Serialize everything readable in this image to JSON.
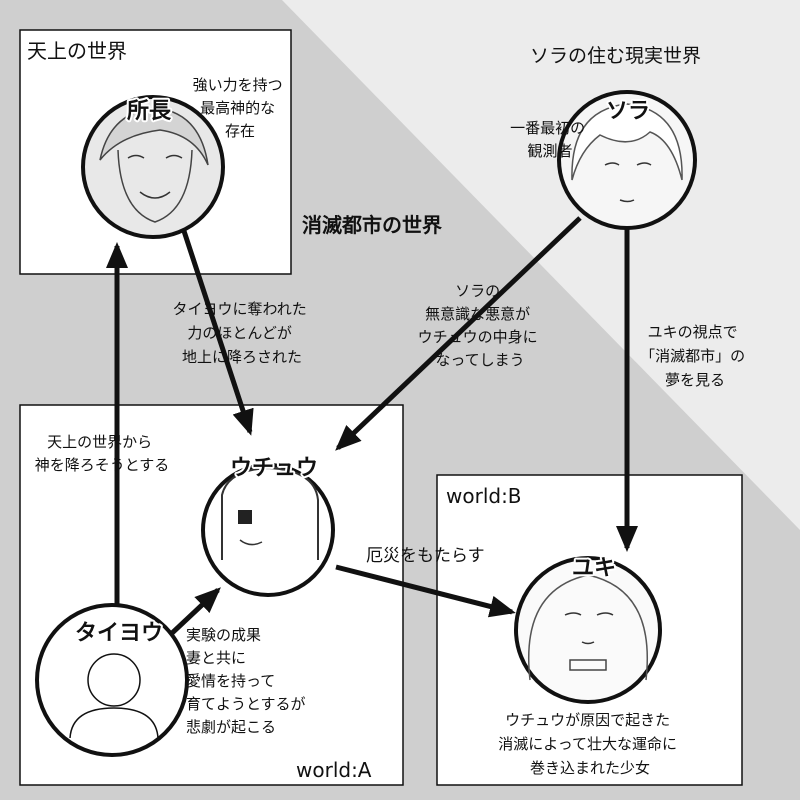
{
  "regions": {
    "heaven": "天上の世界",
    "real_world": "ソラの住む現実世界",
    "city": "消滅都市の世界",
    "world_a": "world:A",
    "world_b": "world:B"
  },
  "characters": {
    "director": {
      "name": "所長",
      "note": [
        "強い力を持つ",
        "最高神的な",
        "存在"
      ]
    },
    "sora": {
      "name": "ソラ",
      "note": [
        "一番最初の",
        "観測者"
      ]
    },
    "uchuu": {
      "name": "ウチュウ"
    },
    "taiyou": {
      "name": "タイヨウ",
      "note": [
        "実験の成果",
        "妻と共に",
        "愛情を持って",
        "育てようとするが",
        "悲劇が起こる"
      ]
    },
    "yuki": {
      "name": "ユキ",
      "note": [
        "ウチュウが原因で起きた",
        "消滅によって壮大な運命に",
        "巻き込まれた少女"
      ]
    }
  },
  "arrows": {
    "director_to_uchuu": [
      "タイヨウに奪われた",
      "力のほとんどが",
      "地上に降ろされた"
    ],
    "sora_to_uchuu": [
      "ソラの",
      "無意識な悪意が",
      "ウチュウの中身に",
      "なってしまう"
    ],
    "sora_to_yuki": [
      "ユキの視点で",
      "「消滅都市」の",
      "夢を見る"
    ],
    "taiyou_to_heaven": [
      "天上の世界から",
      "神を降ろそうとする"
    ],
    "uchuu_to_yuki": [
      "厄災をもたらす"
    ]
  },
  "colors": {
    "background_gray": "#cfcfcf",
    "background_light": "#ececec",
    "box_fill": "#ffffff",
    "ink": "#111111"
  }
}
